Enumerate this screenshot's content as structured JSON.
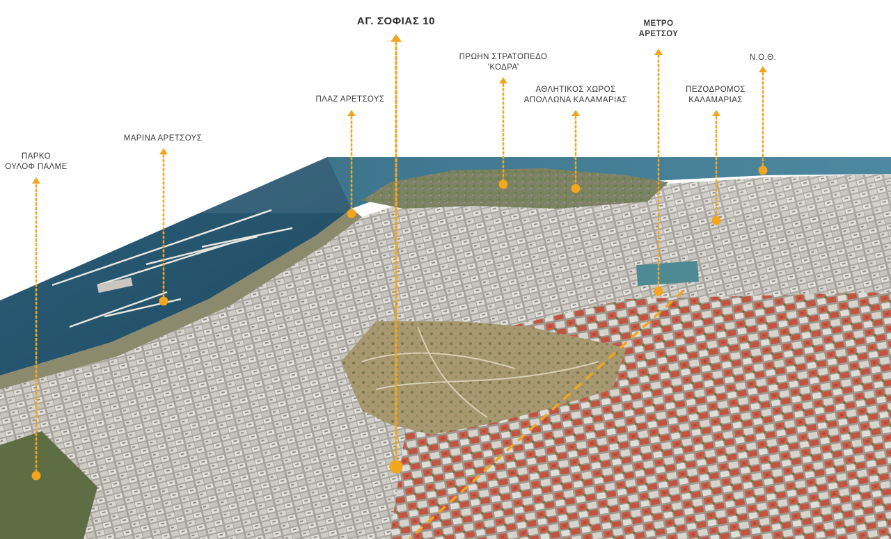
{
  "map": {
    "accent_color": "#f2a51d",
    "main_marker": {
      "name": "main-address",
      "lines": [
        "ΑΓ. ΣΟΦΙΑΣ 10"
      ]
    },
    "landmarks": [
      {
        "name": "park-olof-palme",
        "lines": [
          "ΠΑΡΚΟ",
          "ΟΥΛΟΦ ΠΑΛΜΕ"
        ]
      },
      {
        "name": "marina-aretsous",
        "lines": [
          "ΜΑΡΙΝΑ ΑΡΕΤΣΟΥΣ"
        ]
      },
      {
        "name": "plaz-aretsous",
        "lines": [
          "ΠΛΑΖ ΑΡΕΤΣΟΥΣ"
        ]
      },
      {
        "name": "former-kodra-camp",
        "lines": [
          "ΠΡΩΗΝ ΣΤΡΑΤΟΠΕΔΟ",
          "‘ΚΟΔΡΑ’"
        ]
      },
      {
        "name": "apollon-sports-ground",
        "lines": [
          "ΑΘΛΗΤΙΚΟΣ ΧΩΡΟΣ",
          "ΑΠΟΛΛΩΝΑ ΚΑΛΑΜΑΡΙΑΣ"
        ]
      },
      {
        "name": "metro-aretsous",
        "lines": [
          "ΜΕΤΡΟ",
          "ΑΡΕΤΣΟΥ"
        ]
      },
      {
        "name": "kalamaria-pedestrian-street",
        "lines": [
          "ΠΕΖΟΔΡΟΜΟΣ",
          "ΚΑΛΑΜΑΡΙΑΣ"
        ]
      },
      {
        "name": "noth",
        "lines": [
          "Ν.Ο.Θ."
        ]
      }
    ]
  }
}
